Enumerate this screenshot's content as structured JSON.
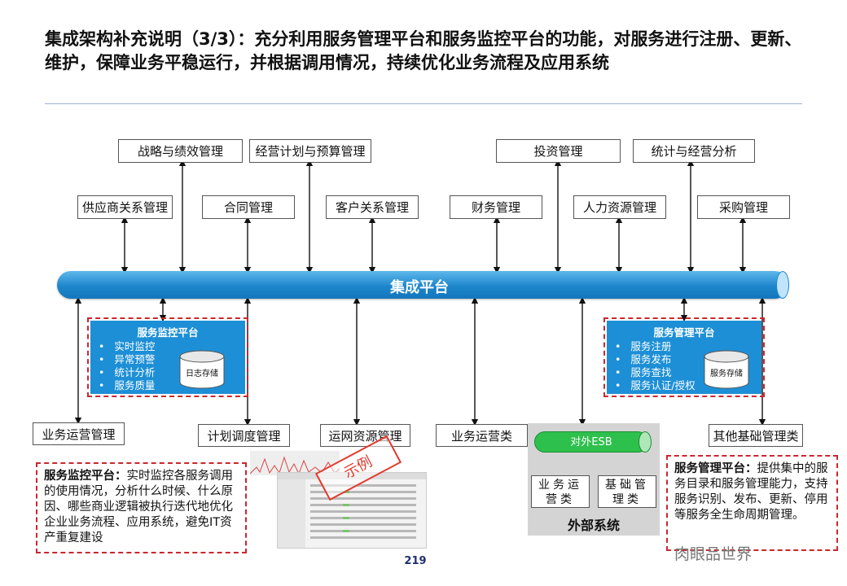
{
  "title": "集成架构补充说明（3/3）：充分利用服务管理平台和服务监控平台的功能，对服务进行注册、更新、维护，保障业务平稳运行，并根据调用情况，持续优化业务流程及应用系统",
  "top_boxes": {
    "strategy": "战略与绩效管理",
    "planning": "经营计划与预算管理",
    "investment": "投资管理",
    "statistics": "统计与经营分析",
    "supplier": "供应商关系管理",
    "contract": "合同管理",
    "customer": "客户关系管理",
    "finance": "财务管理",
    "hr": "人力资源管理",
    "purchase": "采购管理"
  },
  "bus_label": "集成平台",
  "monitor_platform": {
    "title": "服务监控平台",
    "items": [
      "实时监控",
      "异常预警",
      "统计分析",
      "服务质量"
    ],
    "db": "日志存储"
  },
  "manage_platform": {
    "title": "服务管理平台",
    "items": [
      "服务注册",
      "服务发布",
      "服务查找",
      "服务认证/授权"
    ],
    "db": "服务存储"
  },
  "bottom_boxes": {
    "biz_ops_mgmt": "业务运营管理",
    "schedule": "计划调度管理",
    "network": "运网资源管理",
    "biz_ops": "业务运营类",
    "other": "其他基础管理类"
  },
  "external": {
    "esb": "对外ESB",
    "box1": "业务运营类",
    "box2": "基础管理类",
    "label": "外部系统"
  },
  "note_left": {
    "head": "服务监控平台：",
    "body": "实时监控各服务调用的使用情况，分析什么时候、什么原因、哪些商业逻辑被执行迭代地优化企业业务流程、应用系统，避免IT资产重复建设"
  },
  "note_right": {
    "head": "服务管理平台：",
    "body": "提供集中的服务目录和服务管理能力，支持服务识别、发布、更新、停用等服务全生命周期管理。"
  },
  "stamp": "示例",
  "page_number": "219",
  "watermark": "肉眼品世界",
  "colors": {
    "bus": "#1d86cc",
    "platform": "#1d8fd6",
    "dash": "#c8282e",
    "esb": "#2ec04c"
  }
}
